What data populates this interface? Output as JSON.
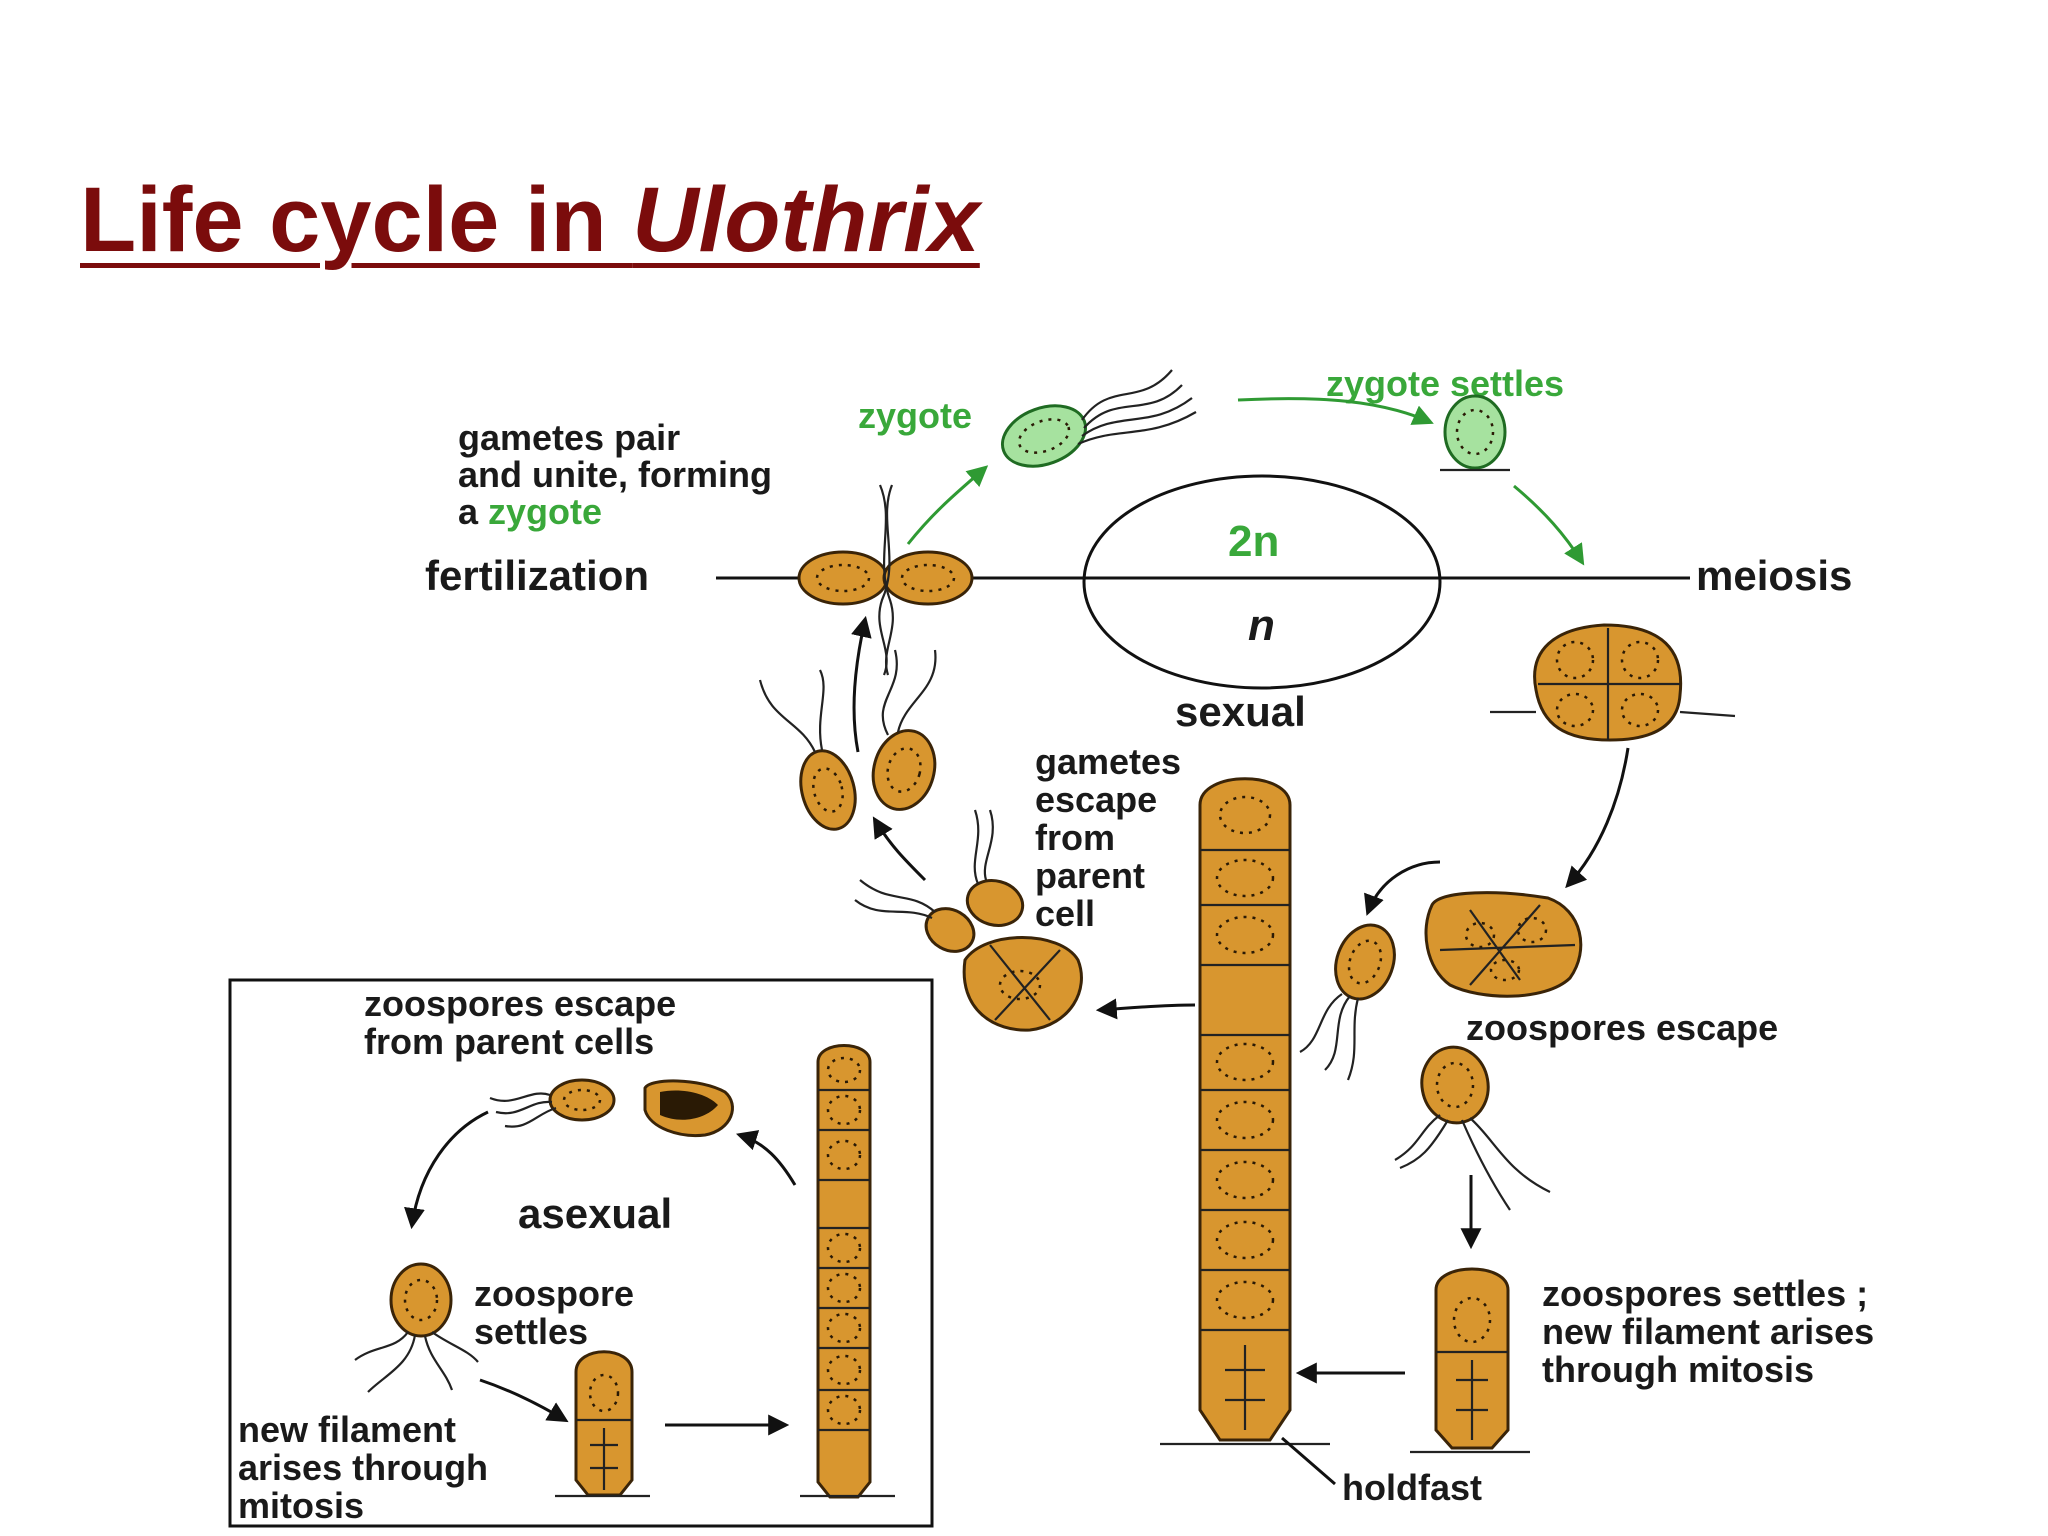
{
  "slide": {
    "title_prefix": "Life cycle in ",
    "title_italic": "Ulothrix",
    "title_color": "#7b0c0c"
  },
  "diagram": {
    "labels": {
      "gametes_pair_1": "gametes pair",
      "gametes_pair_2": "and unite, forming",
      "gametes_pair_3a": "a ",
      "gametes_pair_3b": "zygote",
      "zygote": "zygote",
      "zygote_settles": "zygote settles",
      "fertilization": "fertilization",
      "meiosis": "meiosis",
      "two_n": "2n",
      "n": "n",
      "sexual": "sexual",
      "gametes_escape_1": "gametes",
      "gametes_escape_2": "escape",
      "gametes_escape_3": "from",
      "gametes_escape_4": "parent",
      "gametes_escape_5": "cell",
      "zoospores_escape_right": "zoospores escape",
      "zoospores_settles_1": "zoospores settles ;",
      "zoospores_settles_2": "new filament arises",
      "zoospores_settles_3": "through mitosis",
      "holdfast": "holdfast",
      "inset_escape_1": "zoospores escape",
      "inset_escape_2": "from parent cells",
      "asexual": "asexual",
      "zoospore_settles_1": "zoospore",
      "zoospore_settles_2": "settles",
      "new_filament_1": "new filament",
      "new_filament_2": "arises through",
      "new_filament_3": "mitosis"
    },
    "colors": {
      "cell_fill": "#d8962f",
      "zygote_fill": "#a6e29f",
      "green_text": "#39a83a",
      "outline": "#111111"
    }
  }
}
